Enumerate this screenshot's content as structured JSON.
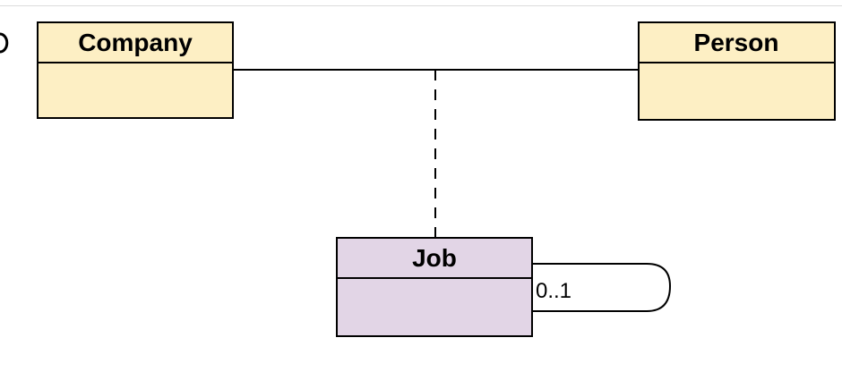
{
  "diagram": {
    "classes": [
      {
        "id": "company",
        "name": "Company",
        "fill": "#fdefc4"
      },
      {
        "id": "person",
        "name": "Person",
        "fill": "#fdefc4"
      },
      {
        "id": "job",
        "name": "Job",
        "fill": "#e2d5e6"
      }
    ],
    "associations": [
      {
        "from": "Company",
        "to": "Person",
        "style": "solid"
      },
      {
        "from": "association",
        "to": "Job",
        "style": "dashed",
        "kind": "association-class"
      },
      {
        "from": "Job",
        "to": "Job",
        "style": "solid",
        "kind": "self-association",
        "multiplicity": "0..1"
      }
    ],
    "colors": {
      "line": "#000000",
      "class_header": "#fdefc4",
      "association_class": "#e2d5e6"
    }
  }
}
